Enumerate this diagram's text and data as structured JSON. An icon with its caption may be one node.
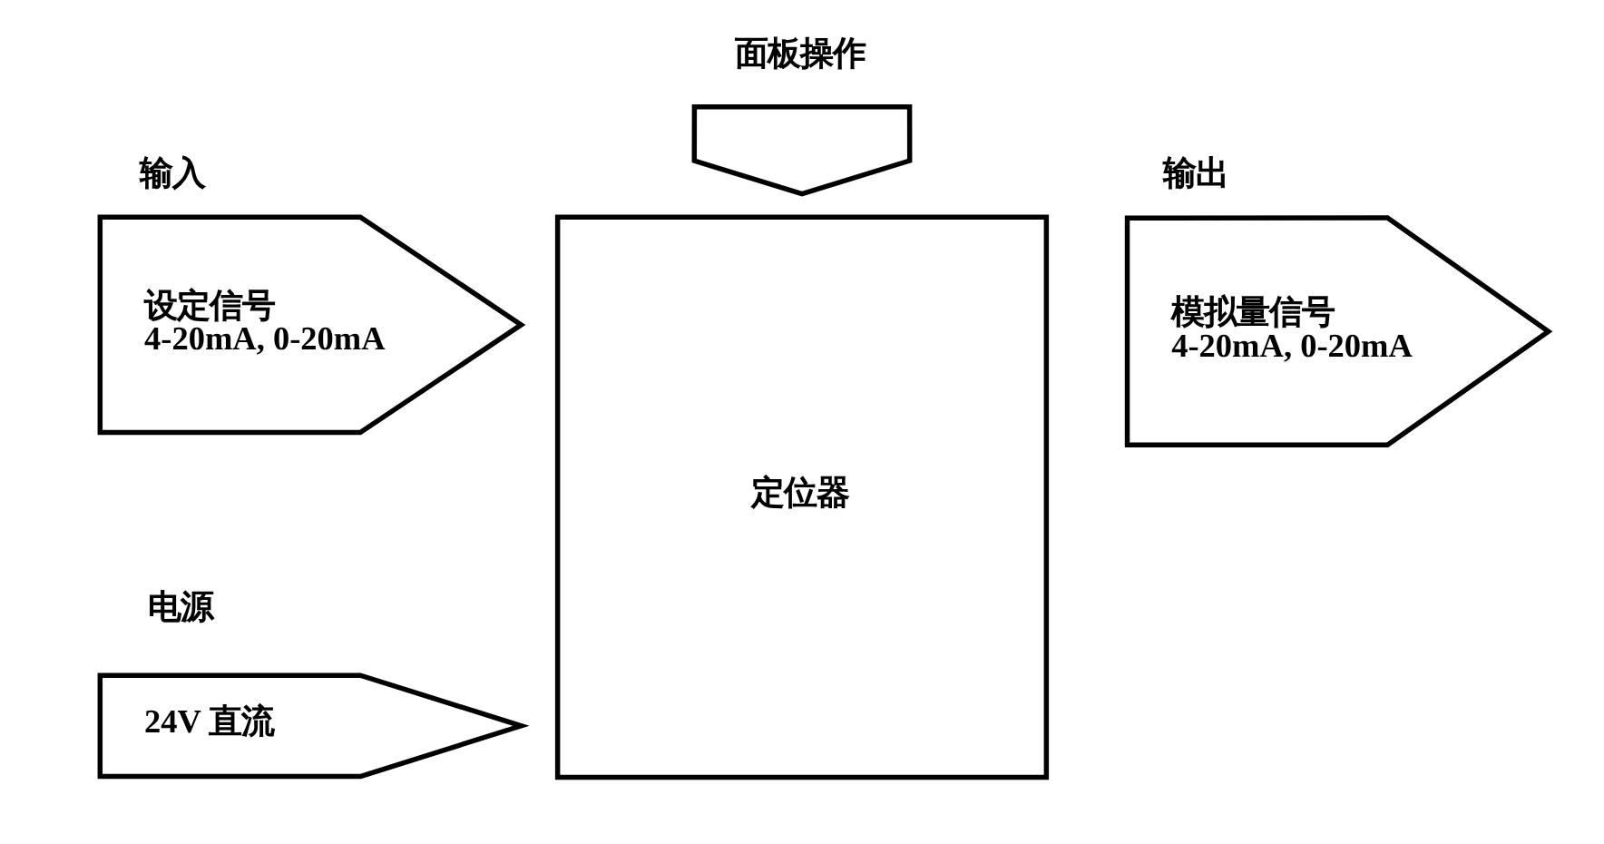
{
  "diagram": {
    "nodes": [
      {
        "text": [
          "面板操作"
        ]
      },
      {
        "text": [
          "输入",
          "设定信号",
          "4-20mA, 0-20mA"
        ]
      },
      {
        "text": [
          "定位器"
        ]
      },
      {
        "text": [
          "输出",
          "模拟量信号",
          "4-20mA, 0-20mA"
        ]
      },
      {
        "text": [
          "电源",
          "24V 直流"
        ]
      }
    ]
  }
}
